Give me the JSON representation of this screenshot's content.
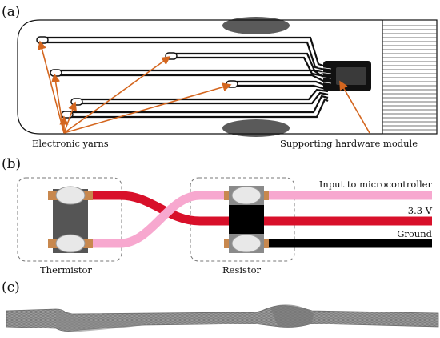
{
  "panel_a": {
    "label": "(a)",
    "annotation_left": "Electronic yarns",
    "annotation_right": "Supporting hardware module",
    "colors": {
      "arrow": "#d4661f",
      "trace": "#111111",
      "outline": "#111111"
    }
  },
  "panel_b": {
    "label": "(b)",
    "component_left": "Thermistor",
    "component_right": "Resistor",
    "line_top": "Input to microcontroller",
    "line_mid": "3.3 V",
    "line_bottom": "Ground",
    "colors": {
      "pink": "#f7a8cf",
      "red": "#d8102a",
      "black": "#000000",
      "pad": "#c8884e",
      "body_gray": "#555555",
      "body_black": "#000000"
    }
  },
  "panel_c": {
    "label": "(c)",
    "colors": {
      "yarn": "#9a9a9a"
    }
  }
}
